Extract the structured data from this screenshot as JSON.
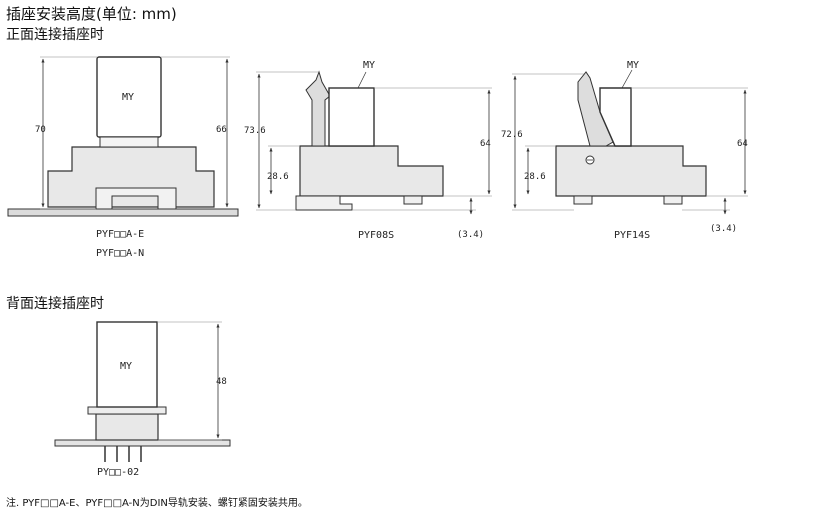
{
  "title": "插座安装高度(单位: mm)",
  "front_heading": "正面连接插座时",
  "back_heading": "背面连接插座时",
  "relay_label": "MY",
  "views": {
    "din": {
      "dim_left": "70",
      "dim_right": "66",
      "caption_1": "PYF□□A-E",
      "caption_2": "PYF□□A-N"
    },
    "pyf08s": {
      "dim_total": "73.6",
      "dim_socket": "28.6",
      "dim_relay": "64",
      "dim_gap": "(3.4)",
      "caption": "PYF08S"
    },
    "pyf14s": {
      "dim_total": "72.6",
      "dim_socket": "28.6",
      "dim_relay": "64",
      "dim_gap": "(3.4)",
      "caption": "PYF14S"
    },
    "back": {
      "dim": "48",
      "caption": "PY□□-02"
    }
  },
  "note": "注. PYF□□A-E、PYF□□A-N为DIN导轨安装、螺钉紧固安装共用。"
}
